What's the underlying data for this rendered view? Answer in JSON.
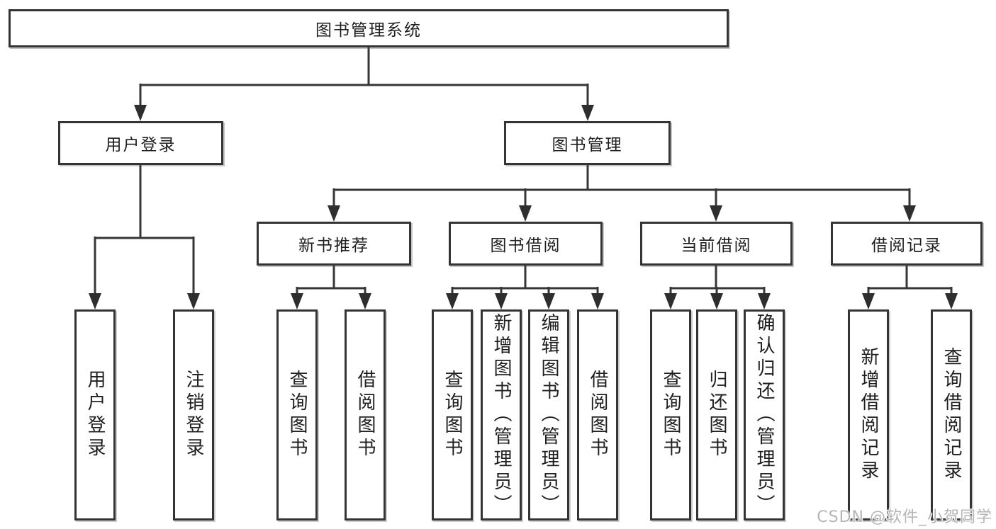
{
  "tree": {
    "label": "图书管理系统",
    "children": [
      {
        "label": "用户登录",
        "children": [
          {
            "label": "用户登录"
          },
          {
            "label": "注销登录"
          }
        ]
      },
      {
        "label": "图书管理",
        "children": [
          {
            "label": "新书推荐",
            "children": [
              {
                "label": "查询图书"
              },
              {
                "label": "借阅图书"
              }
            ]
          },
          {
            "label": "图书借阅",
            "children": [
              {
                "label": "查询图书"
              },
              {
                "label": "新增图书（管理员）"
              },
              {
                "label": "编辑图书（管理员）"
              },
              {
                "label": "借阅图书"
              }
            ]
          },
          {
            "label": "当前借阅",
            "children": [
              {
                "label": "查询图书"
              },
              {
                "label": "归还图书"
              },
              {
                "label": "确认归还（管理员）"
              }
            ]
          },
          {
            "label": "借阅记录",
            "children": [
              {
                "label": "新增借阅记录"
              },
              {
                "label": "查询借阅记录"
              }
            ]
          }
        ]
      }
    ]
  },
  "watermark": {
    "label": "CSDN @软件_小贺同学"
  },
  "colors": {
    "background": "#ffffff",
    "line": "#363636",
    "box_border": "#343434",
    "text": "#1f1f1f",
    "watermark": "#b5b5b5"
  }
}
